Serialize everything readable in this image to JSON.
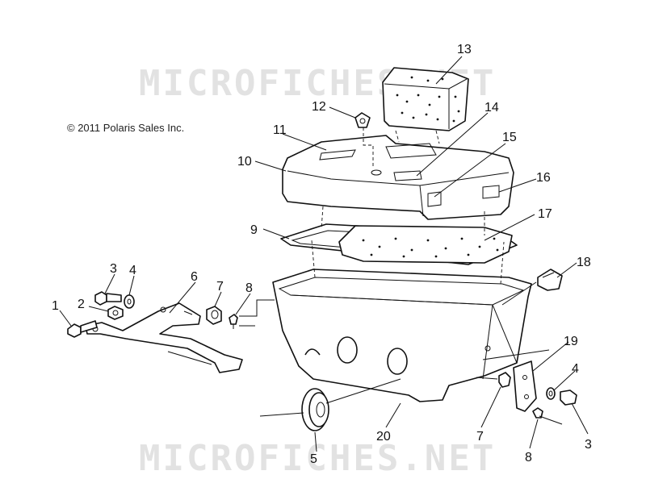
{
  "copyright": "© 2011 Polaris Sales Inc.",
  "watermark": "MICROFICHES.NET",
  "colors": {
    "ink": "#111111",
    "watermark": "#e2e2e2",
    "background": "#ffffff"
  },
  "callouts": [
    {
      "id": "c1",
      "label": "1"
    },
    {
      "id": "c2",
      "label": "2"
    },
    {
      "id": "c3a",
      "label": "3"
    },
    {
      "id": "c4a",
      "label": "4"
    },
    {
      "id": "c5",
      "label": "5"
    },
    {
      "id": "c6",
      "label": "6"
    },
    {
      "id": "c7a",
      "label": "7"
    },
    {
      "id": "c8a",
      "label": "8"
    },
    {
      "id": "c9",
      "label": "9"
    },
    {
      "id": "c10",
      "label": "10"
    },
    {
      "id": "c11",
      "label": "11"
    },
    {
      "id": "c12",
      "label": "12"
    },
    {
      "id": "c13",
      "label": "13"
    },
    {
      "id": "c14",
      "label": "14"
    },
    {
      "id": "c15",
      "label": "15"
    },
    {
      "id": "c16",
      "label": "16"
    },
    {
      "id": "c17",
      "label": "17"
    },
    {
      "id": "c18",
      "label": "18"
    },
    {
      "id": "c19",
      "label": "19"
    },
    {
      "id": "c20",
      "label": "20"
    },
    {
      "id": "c7b",
      "label": "7"
    },
    {
      "id": "c4b",
      "label": "4"
    },
    {
      "id": "c3b",
      "label": "3"
    },
    {
      "id": "c8b",
      "label": "8"
    }
  ]
}
